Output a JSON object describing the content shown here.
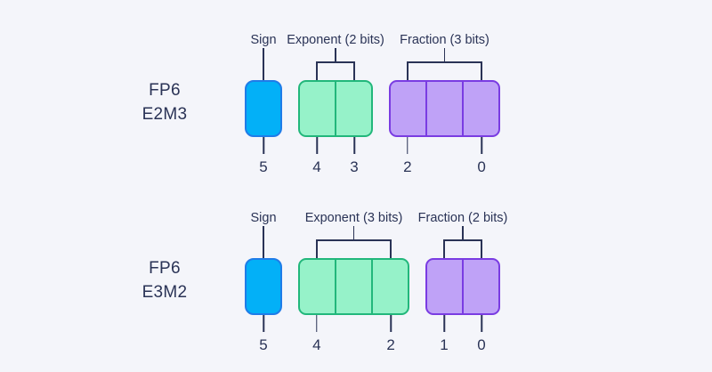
{
  "page": {
    "background_color": "#f4f5fa",
    "text_color": "#2a3356"
  },
  "colors": {
    "sign_fill": "#03b0f7",
    "sign_border": "#1f7ce8",
    "exponent_fill": "#96f2c9",
    "exponent_border": "#22b77b",
    "fraction_fill": "#bfa2f7",
    "fraction_border": "#7a3ce2"
  },
  "rows": [
    {
      "format_label": "FP6\nE2M3",
      "groups": [
        {
          "label": "Sign",
          "bits": 1,
          "tick_labels": [
            "5"
          ]
        },
        {
          "label": "Exponent (2 bits)",
          "bits": 2,
          "tick_labels": [
            "4",
            "3"
          ]
        },
        {
          "label": "Fraction (3 bits)",
          "bits": 3,
          "tick_labels": [
            "2",
            "0"
          ]
        }
      ]
    },
    {
      "format_label": "FP6\nE3M2",
      "groups": [
        {
          "label": "Sign",
          "bits": 1,
          "tick_labels": [
            "5"
          ]
        },
        {
          "label": "Exponent (3 bits)",
          "bits": 3,
          "tick_labels": [
            "4",
            "2"
          ]
        },
        {
          "label": "Fraction (2 bits)",
          "bits": 2,
          "tick_labels": [
            "1",
            "0"
          ]
        }
      ]
    }
  ]
}
